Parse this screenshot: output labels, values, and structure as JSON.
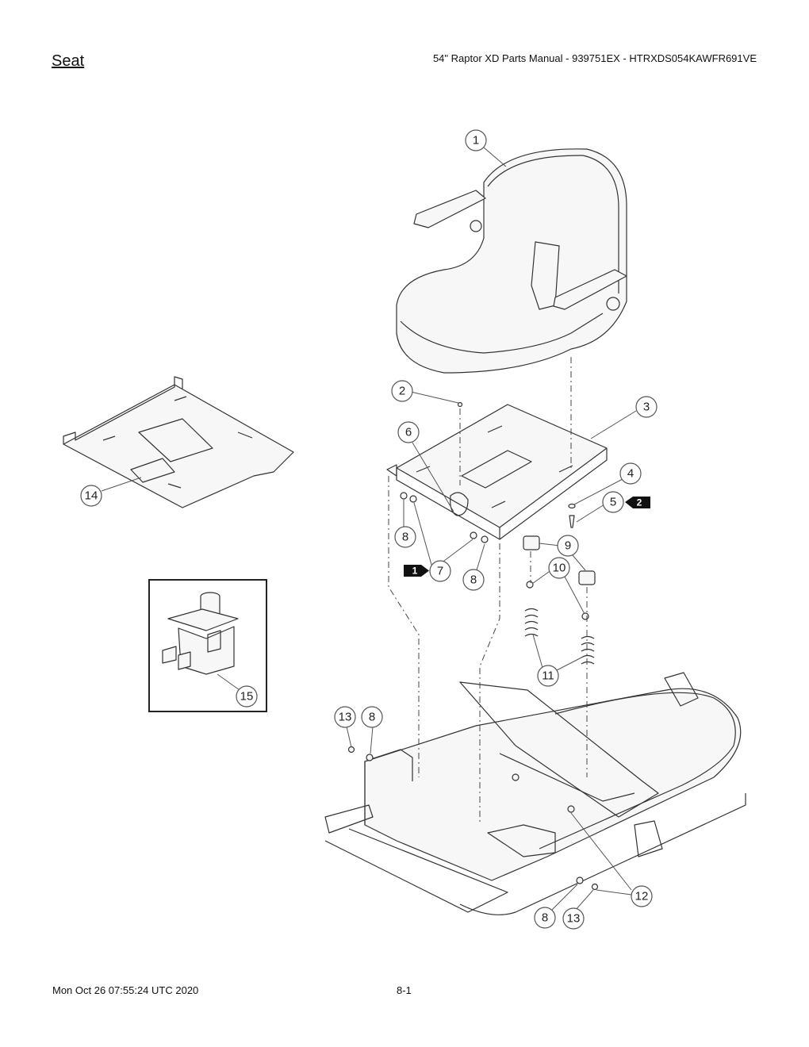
{
  "header": {
    "section_title": "Seat",
    "manual_title": "54\" Raptor XD Parts Manual - 939751EX - HTRXDS054KAWFR691VE"
  },
  "footer": {
    "timestamp": "Mon Oct 26 07:55:24 UTC 2020",
    "page_number": "8-1"
  },
  "callouts": {
    "c1": "1",
    "c2": "2",
    "c3": "3",
    "c4": "4",
    "c5": "5",
    "c6": "6",
    "c7": "7",
    "c8a": "8",
    "c8b": "8",
    "c9": "9",
    "c10": "10",
    "c11": "11",
    "c13a": "13",
    "c8c": "8",
    "c14": "14",
    "c15": "15",
    "c12": "12",
    "c8d": "8",
    "c13b": "13"
  },
  "tags": {
    "t2": "2",
    "t1": "1"
  }
}
